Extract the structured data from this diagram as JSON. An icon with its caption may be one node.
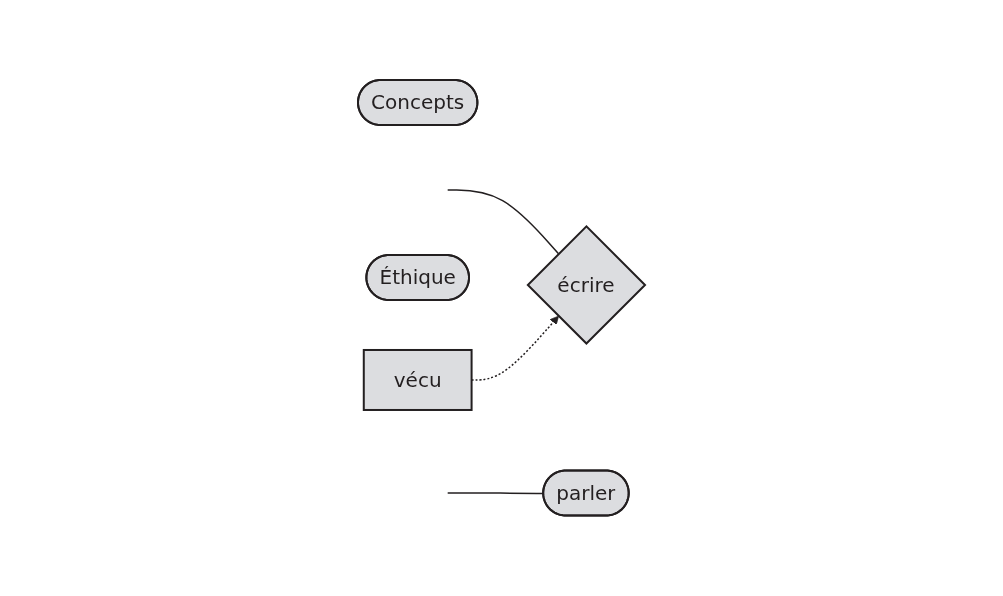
{
  "diagram": {
    "nodes": [
      {
        "text": [
          "Concepts"
        ]
      },
      {
        "text": [
          "vécu"
        ]
      },
      {
        "text": [
          "parler"
        ]
      },
      {
        "text": [
          "écrire"
        ]
      },
      {
        "text": [
          "Éthique"
        ]
      }
    ],
    "edges": [
      {
        "from": null,
        "to": 2,
        "arrow": "none"
      },
      {
        "from": null,
        "to": 3,
        "arrow": "none"
      },
      {
        "from": 1,
        "to": 3,
        "arrow": "to",
        "style": "dashed"
      }
    ]
  }
}
